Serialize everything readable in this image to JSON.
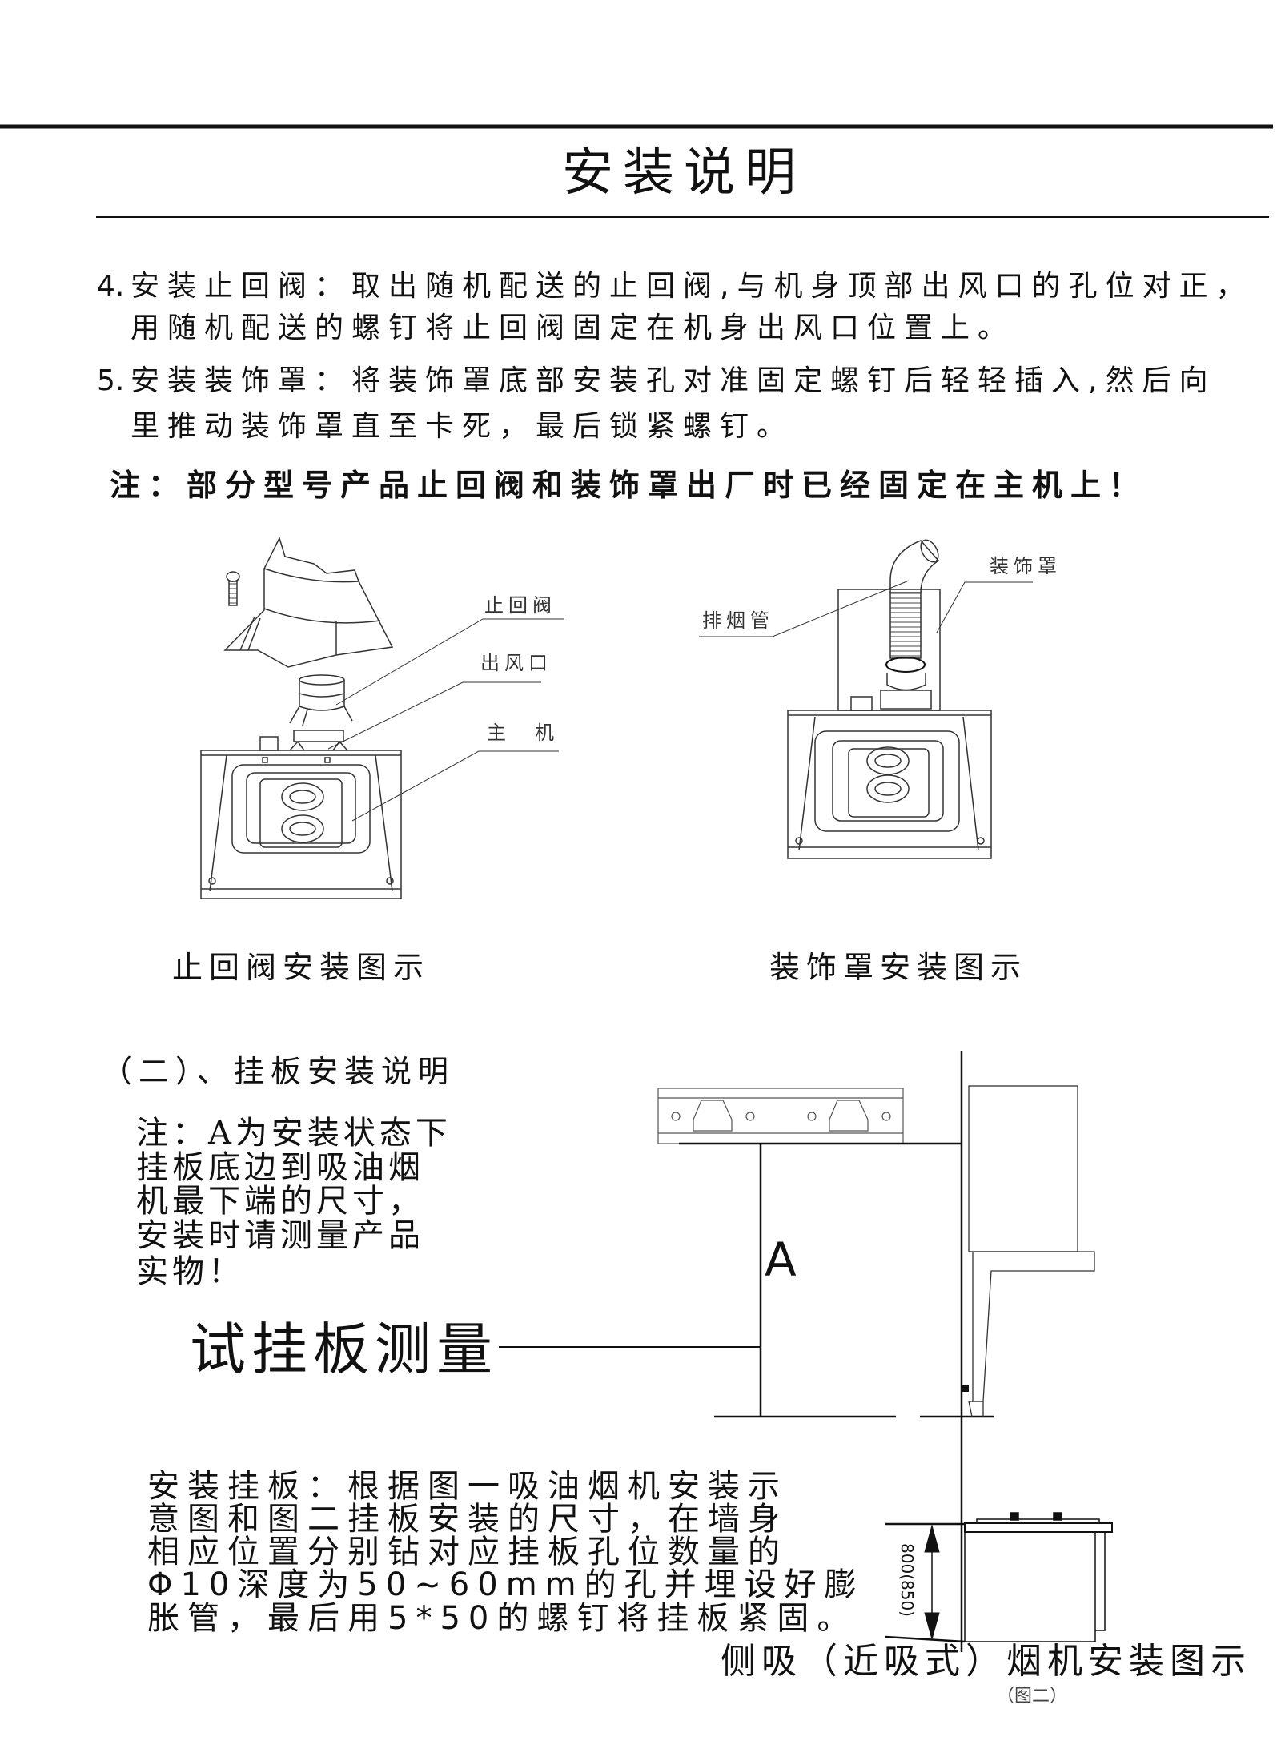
{
  "title": "安装说明",
  "steps": [
    {
      "num": "4.",
      "line1": "安装止回阀：取出随机配送的止回阀,与机身顶部出风口的孔位对正，",
      "line2": "用随机配送的螺钉将止回阀固定在机身出风口位置上。"
    },
    {
      "num": "5.",
      "line1": "安装装饰罩：将装饰罩底部安装孔对准固定螺钉后轻轻插入,然后向",
      "line2": "里推动装饰罩直至卡死，最后锁紧螺钉。"
    }
  ],
  "note": "注：部分型号产品止回阀和装饰罩出厂时已经固定在主机上！",
  "figure1": {
    "labels": {
      "check_valve": "止回阀",
      "outlet": "出风口",
      "main_unit": "主　机"
    },
    "caption": "止回阀安装图示"
  },
  "figure2": {
    "labels": {
      "cover": "装饰罩",
      "pipe": "排烟管"
    },
    "caption": "装饰罩安装图示"
  },
  "section2": {
    "heading": "（二）、挂板安装说明",
    "note_lines": [
      "注：A为安装状态下",
      "挂板底边到吸油烟",
      "机最下端的尺寸，",
      "安装时请测量产品",
      "实物！"
    ],
    "measure_label": "试挂板测量",
    "dimension_A": "A",
    "instructions": [
      "安装挂板：根据图一吸油烟机安装示",
      "意图和图二挂板安装的尺寸，在墙身",
      "相应位置分别钻对应挂板孔位数量的",
      "Φ10深度为50~60mm的孔并埋设好膨",
      "胀管，最后用5*50的螺钉将挂板紧固。"
    ],
    "dimension_height": "800(850)",
    "caption": "侧吸（近吸式）烟机安装图示",
    "figure_number": "（图二）"
  }
}
